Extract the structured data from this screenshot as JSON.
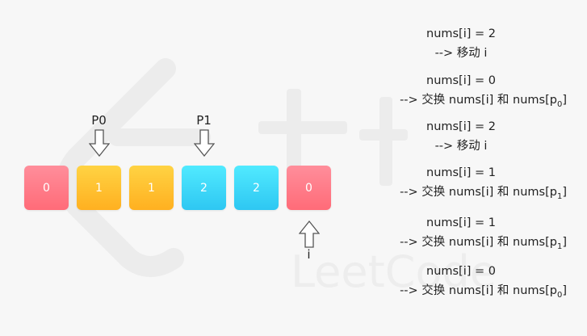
{
  "colors": {
    "val0": "#ff6b78",
    "val1": "#ffb020",
    "val2": "#2ec7f2",
    "watermark": "#ececec"
  },
  "watermark_text": "LeetCode",
  "array": [
    {
      "value": "0",
      "color_key": "val0"
    },
    {
      "value": "1",
      "color_key": "val1"
    },
    {
      "value": "1",
      "color_key": "val1"
    },
    {
      "value": "2",
      "color_key": "val2"
    },
    {
      "value": "2",
      "color_key": "val2"
    },
    {
      "value": "0",
      "color_key": "val0"
    }
  ],
  "pointers": {
    "p0": {
      "label": "P0",
      "index": 1
    },
    "p1": {
      "label": "P1",
      "index": 3
    },
    "i": {
      "label": "i",
      "index": 5
    }
  },
  "steps": [
    {
      "cond": "nums[i] = 2",
      "action": "--> 移动 i"
    },
    {
      "cond": "nums[i] = 0",
      "action_prefix": "--> 交换 nums[i] 和 nums[p",
      "action_sub": "0",
      "action_suffix": "]"
    },
    {
      "cond": "nums[i] = 2",
      "action": "--> 移动 i"
    },
    {
      "cond": "nums[i] = 1",
      "action_prefix": "--> 交换 nums[i] 和 nums[p",
      "action_sub": "1",
      "action_suffix": "]"
    },
    {
      "cond": "nums[i] = 1",
      "action_prefix": "--> 交换 nums[i] 和 nums[p",
      "action_sub": "1",
      "action_suffix": "]"
    },
    {
      "cond": "nums[i] = 0",
      "action_prefix": "--> 交换 nums[i] 和 nums[p",
      "action_sub": "0",
      "action_suffix": "]"
    }
  ]
}
